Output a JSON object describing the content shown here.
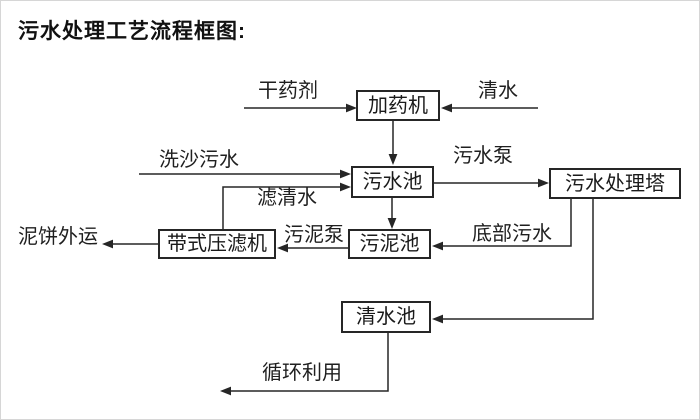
{
  "title": "污水处理工艺流程框图:",
  "colors": {
    "background": "#ffffff",
    "line": "#262626",
    "text": "#1a1a1a",
    "box_border": "#262626"
  },
  "diagram": {
    "type": "flowchart",
    "nodes": [
      {
        "id": "dosing-machine",
        "label": "加药机"
      },
      {
        "id": "sewage-pool",
        "label": "污水池"
      },
      {
        "id": "treatment-tower",
        "label": "污水处理塔"
      },
      {
        "id": "sludge-pool",
        "label": "污泥池"
      },
      {
        "id": "belt-filter-press",
        "label": "带式压滤机"
      },
      {
        "id": "clear-water-pool",
        "label": "清水池"
      }
    ],
    "edges": [
      {
        "from": "dry-chemical-source",
        "to": "dosing-machine",
        "label": "干药剂"
      },
      {
        "from": "clear-water-source",
        "to": "dosing-machine",
        "label": "清水"
      },
      {
        "from": "dosing-machine",
        "to": "sewage-pool",
        "label": ""
      },
      {
        "from": "sand-washing-source",
        "to": "sewage-pool",
        "label": "洗沙污水"
      },
      {
        "from": "belt-filter-press",
        "to": "sewage-pool",
        "label": "滤清水"
      },
      {
        "from": "sewage-pool",
        "to": "treatment-tower",
        "label": "污水泵"
      },
      {
        "from": "sewage-pool",
        "to": "sludge-pool",
        "label": ""
      },
      {
        "from": "treatment-tower",
        "to": "sludge-pool",
        "label": "底部污水"
      },
      {
        "from": "sludge-pool",
        "to": "belt-filter-press",
        "label": "污泥泵"
      },
      {
        "from": "belt-filter-press",
        "to": "offsite",
        "label": "泥饼外运"
      },
      {
        "from": "treatment-tower",
        "to": "clear-water-pool",
        "label": ""
      },
      {
        "from": "clear-water-pool",
        "to": "reuse",
        "label": "循环利用"
      }
    ]
  }
}
